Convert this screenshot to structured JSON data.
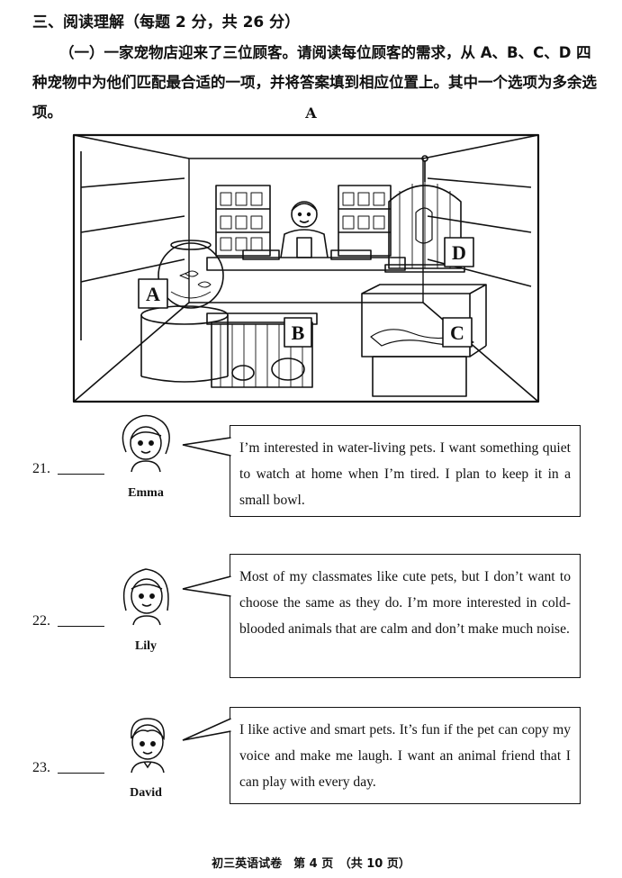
{
  "section": {
    "heading": "三、阅读理解（每题 2 分，共 26 分）",
    "intro": "（一）一家宠物店迎来了三位顾客。请阅读每位顾客的需求，从 A、B、C、D 四种宠物中为他们匹配最合适的一项，并将答案填到相应位置上。其中一个选项为多余选项。"
  },
  "passage_label": "A",
  "illustration": {
    "labels": [
      "A",
      "B",
      "C",
      "D"
    ]
  },
  "questions": [
    {
      "number": "21.",
      "name": "Emma",
      "text": "I’m interested in water-living pets. I want something quiet to watch at home when I’m tired. I plan to keep it in a small bowl."
    },
    {
      "number": "22.",
      "name": "Lily",
      "text": "Most of my classmates like cute pets, but I don’t want to choose the same as they do. I’m more interested in cold-blooded animals that are calm and don’t make much noise."
    },
    {
      "number": "23.",
      "name": "David",
      "text": "I like active and smart pets. It’s fun if the pet can copy my voice and make me laugh. I want an animal friend that I can play with every day."
    }
  ],
  "footer": "初三英语试卷　第 4 页　（共 10 页）"
}
